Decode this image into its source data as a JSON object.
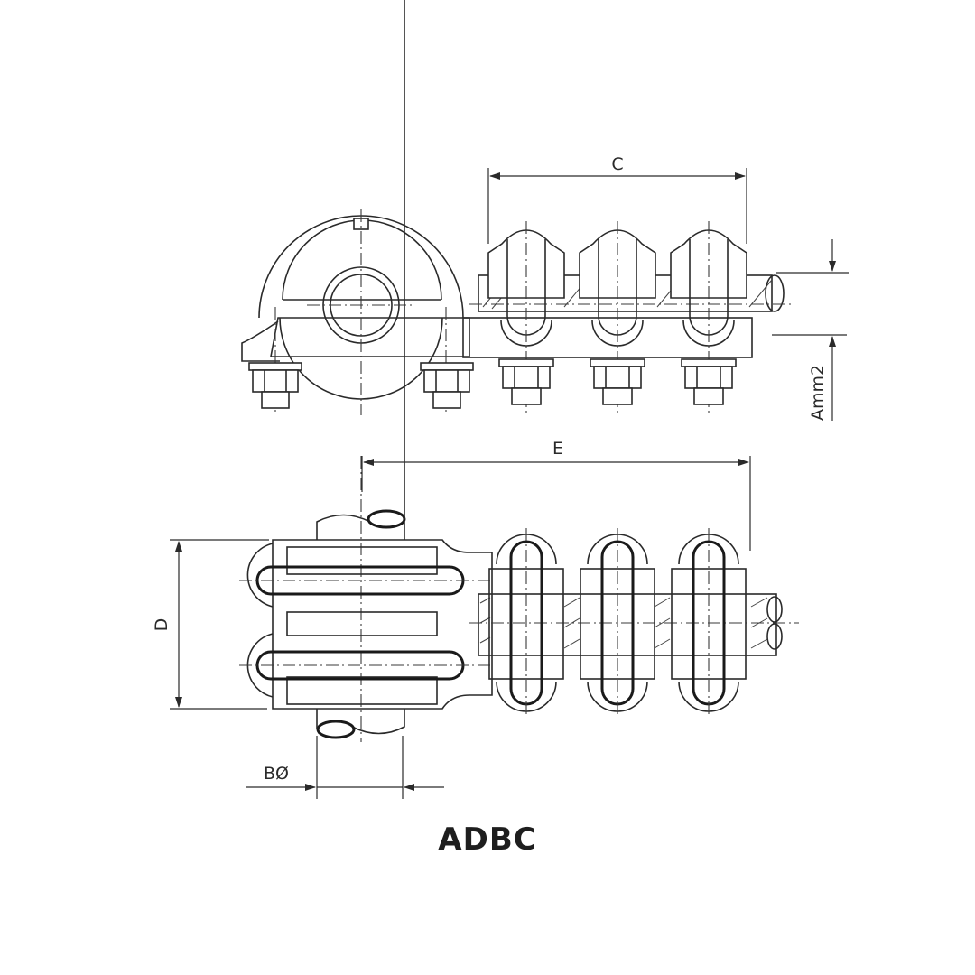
{
  "drawing": {
    "title": "ADBC",
    "views": [
      "side-elevation",
      "top-plan"
    ],
    "dimensions": {
      "c": "C",
      "a": "Amm2",
      "e": "E",
      "d": "D",
      "b": "BØ"
    }
  },
  "colors": {
    "line": "#2a2a2a",
    "background": "#ffffff",
    "title": "#1e1e1e"
  }
}
